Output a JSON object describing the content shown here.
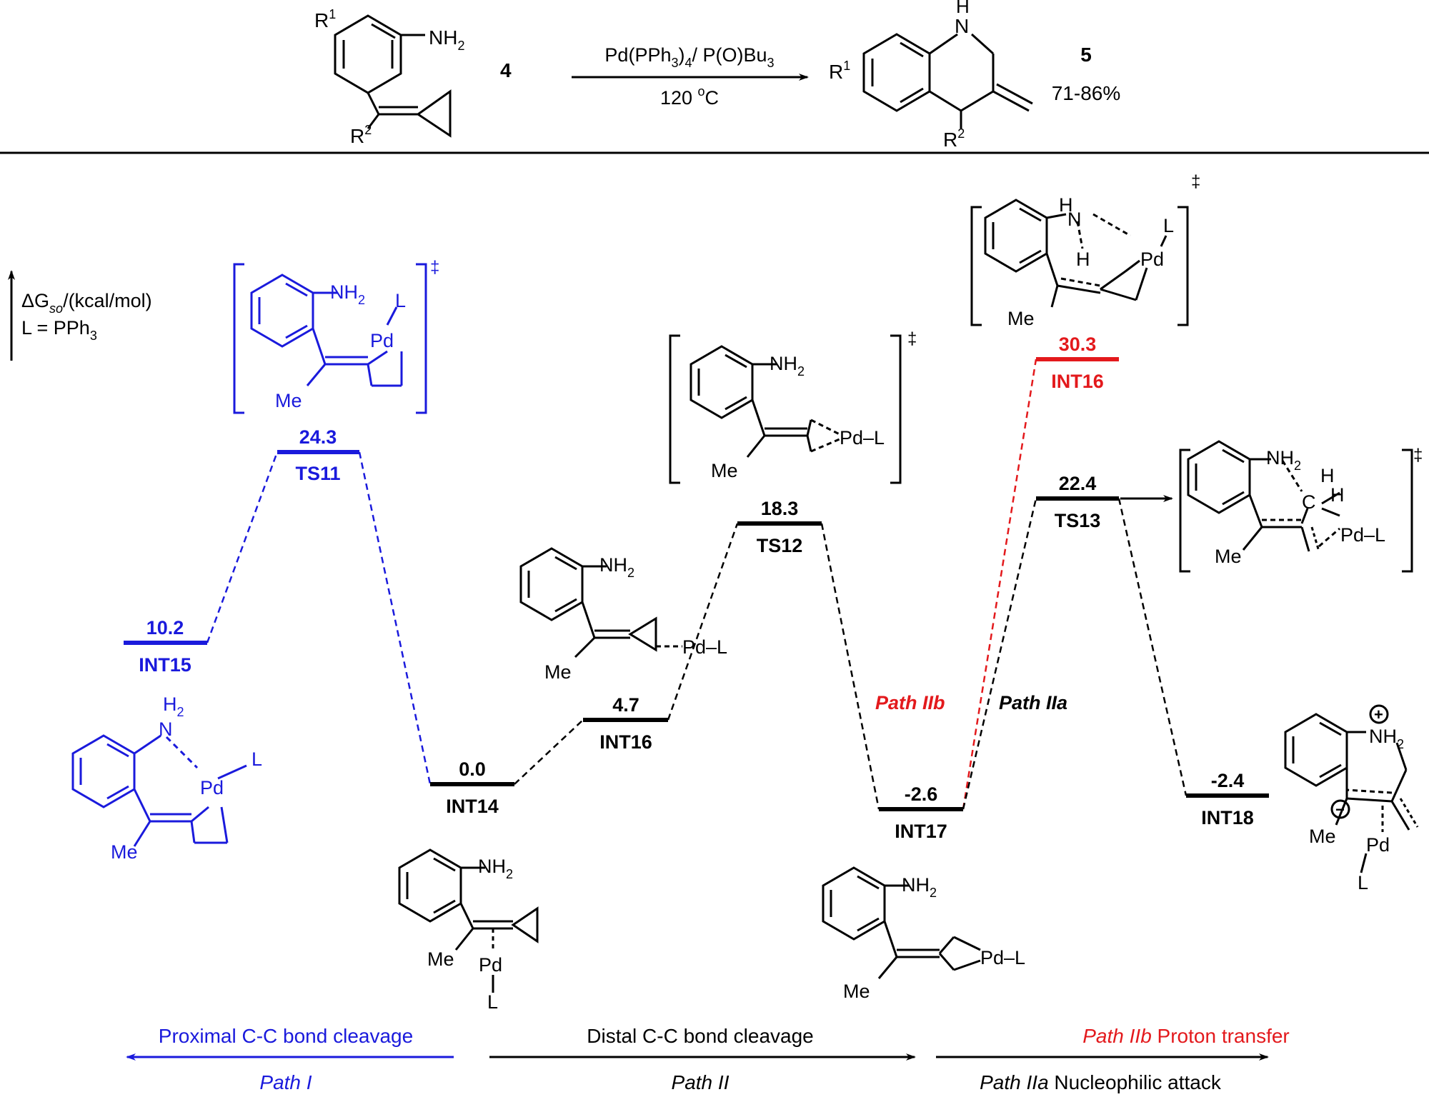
{
  "colors": {
    "black": "#000000",
    "blue": "#1a1adc",
    "red": "#e3191c"
  },
  "scheme": {
    "reactant_number": "4",
    "conditions_top": "Pd(PPh3)4/ P(O)Bu3",
    "conditions_bottom": "120 oC",
    "product_number": "5",
    "yield": "71-86%",
    "r1": "R1",
    "r2": "R2",
    "nh2": "NH2",
    "nh": "H"
  },
  "axis": {
    "label": "ΔGso/(kcal/mol)",
    "ligand": "L = PPh3"
  },
  "levels": [
    {
      "id": "int15",
      "energy": "10.2",
      "name": "INT15",
      "color": "blue"
    },
    {
      "id": "ts11",
      "energy": "24.3",
      "name": "TS11",
      "color": "blue"
    },
    {
      "id": "int14",
      "energy": "0.0",
      "name": "INT14",
      "color": "black"
    },
    {
      "id": "int16",
      "energy": "4.7",
      "name": "INT16",
      "color": "black"
    },
    {
      "id": "ts12",
      "energy": "18.3",
      "name": "TS12",
      "color": "black"
    },
    {
      "id": "int17",
      "energy": "-2.6",
      "name": "INT17",
      "color": "black"
    },
    {
      "id": "ts_red",
      "energy": "30.3",
      "name": "INT16",
      "color": "red"
    },
    {
      "id": "ts13",
      "energy": "22.4",
      "name": "TS13",
      "color": "black"
    },
    {
      "id": "int18",
      "energy": "-2.4",
      "name": "INT18",
      "color": "black"
    }
  ],
  "path_labels": {
    "path_iib": "Path IIb",
    "path_iia": "Path IIa"
  },
  "structure_text": {
    "nh2": "NH2",
    "pd": "Pd",
    "l": "L",
    "me": "Me",
    "h": "H",
    "h2": "H2",
    "c": "C",
    "pd_l": "Pd–L",
    "dagger": "‡",
    "plus": "+",
    "minus": "−"
  },
  "footer": {
    "proximal": "Proximal C-C bond cleavage",
    "path_i": "Path I",
    "distal": "Distal C-C bond cleavage",
    "path_ii": "Path II",
    "proton_path": "Path IIb",
    "proton_text": " Proton transfer",
    "nucleo_path": "Path IIa",
    "nucleo_text": " Nucleophilic attack"
  }
}
